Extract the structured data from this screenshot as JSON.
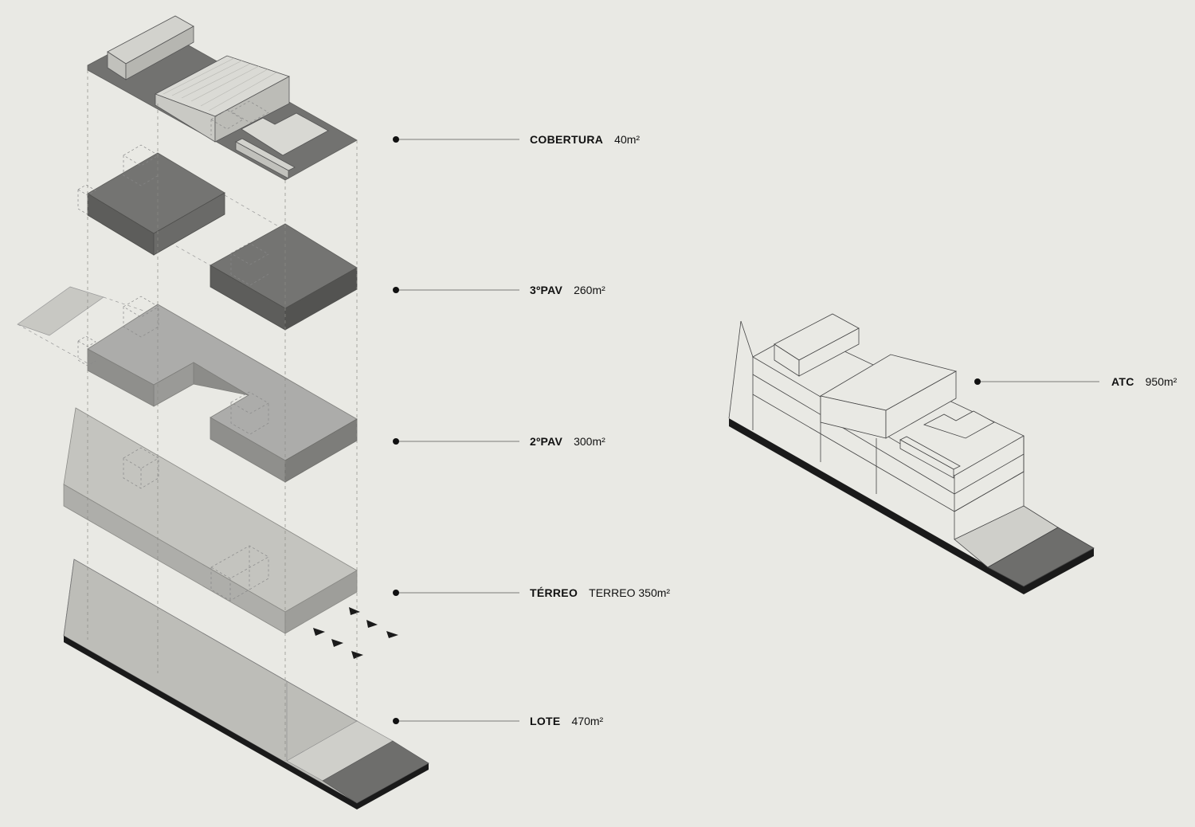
{
  "colors": {
    "background": "#e9e9e4",
    "light_gray": "#bdbdb8",
    "mid_gray": "#a9a9a4",
    "dark_gray": "#6e6e6c",
    "top_dark": "#777775",
    "base_black": "#1a1a1a",
    "line": "#555555"
  },
  "levels": [
    {
      "name": "COBERTURA",
      "area": "40m²"
    },
    {
      "name": "3ºPAV",
      "area": "260m²"
    },
    {
      "name": "2ºPAV",
      "area": "300m²"
    },
    {
      "name": "TÉRREO",
      "area": "TERREO 350m²"
    },
    {
      "name": "LOTE",
      "area": "470m²"
    }
  ],
  "total": {
    "name": "ATC",
    "area": "950m²"
  }
}
